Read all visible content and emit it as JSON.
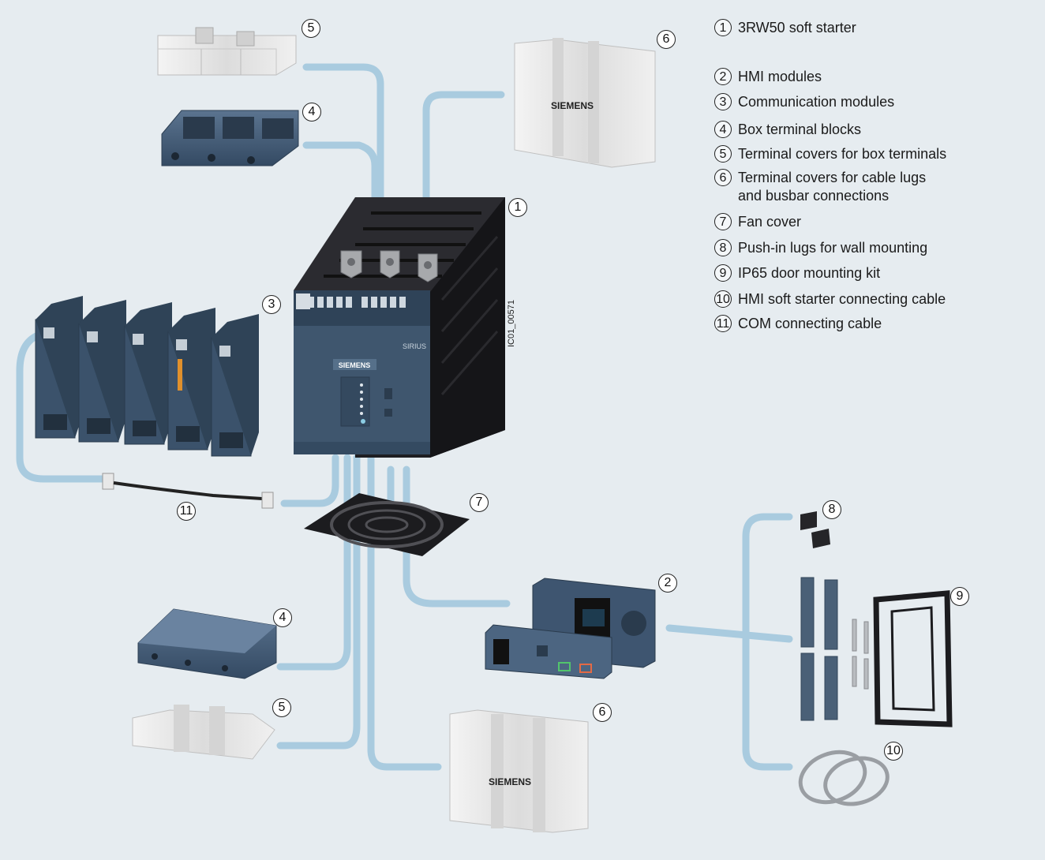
{
  "legend": [
    {
      "num": "1",
      "text": "3RW50 soft starter"
    },
    {
      "num": "2",
      "text": "HMI modules"
    },
    {
      "num": "3",
      "text": "Communication modules"
    },
    {
      "num": "4",
      "text": "Box terminal blocks"
    },
    {
      "num": "5",
      "text": "Terminal covers for box terminals"
    },
    {
      "num": "6",
      "text": "Terminal covers for cable lugs\nand busbar connections"
    },
    {
      "num": "7",
      "text": "Fan cover"
    },
    {
      "num": "8",
      "text": "Push-in lugs for wall mounting"
    },
    {
      "num": "9",
      "text": "IP65 door mounting kit"
    },
    {
      "num": "10",
      "text": "HMI soft starter connecting cable"
    },
    {
      "num": "11",
      "text": "COM connecting cable"
    }
  ],
  "image_id": "IC01_00571",
  "brand_label": "SIEMENS",
  "device_label": "SIRIUS",
  "callouts": [
    "5",
    "4",
    "6",
    "1",
    "3",
    "11",
    "7",
    "8",
    "2",
    "9",
    "4",
    "5",
    "6",
    "10"
  ],
  "colors": {
    "background": "#e6ecf0",
    "connector": "#a9cbdf",
    "device": "#3b526b",
    "housing": "#1e1e22",
    "cover": "#e4e4e4"
  }
}
